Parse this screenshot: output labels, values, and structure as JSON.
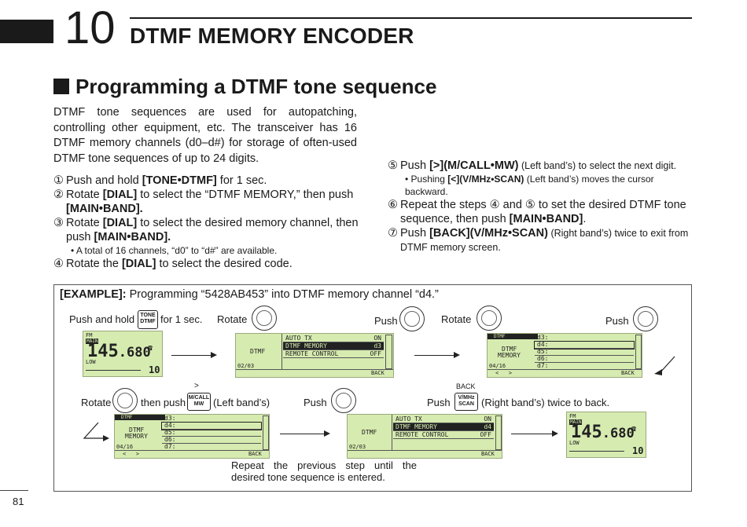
{
  "chapter": {
    "number": "10",
    "title": "DTMF MEMORY ENCODER"
  },
  "section": {
    "title": "Programming a DTMF tone sequence"
  },
  "intro": "DTMF tone sequences are used for autopatching, controlling other equipment, etc. The transceiver has 16 DTMF memory channels (d0–d#) for storage of often-used DTMF tone sequences of up to 24 digits.",
  "steps": [
    {
      "num": "①",
      "pre": "Push and hold ",
      "key": "[TONE•DTMF]",
      "post": " for 1 sec."
    },
    {
      "num": "②",
      "pre": "Rotate ",
      "key": "[DIAL]",
      "post": " to select the “DTMF MEMORY,” then push ",
      "key2": "[MAIN•BAND]."
    },
    {
      "num": "③",
      "pre": "Rotate ",
      "key": "[DIAL]",
      "post": " to select the desired memory channel, then push ",
      "key2": "[MAIN•BAND].",
      "note": "• A total of 16 channels, “d0” to “d#” are available."
    },
    {
      "num": "④",
      "pre": "Rotate the ",
      "key": "[DIAL]",
      "post": " to select the desired code."
    },
    {
      "num": "⑤",
      "pre": "Push ",
      "key": "[>](M/CALL•MW)",
      "post": " (Left band’s) to select the next digit.",
      "note_pre": "• Pushing ",
      "note_key": "[<](V/MHz•SCAN)",
      "note_post": " (Left band’s) moves the cursor backward."
    },
    {
      "num": "⑥",
      "pre": "Repeat the steps ④ and ⑤ to set the desired DTMF tone sequence, then push ",
      "key": "[MAIN•BAND]",
      "post": "."
    },
    {
      "num": "⑦",
      "pre": "Push ",
      "key": "[BACK](V/MHz•SCAN)",
      "post": " (Right band’s) twice to exit from DTMF memory screen."
    }
  ],
  "example": {
    "label": "[EXAMPLE]:",
    "text": " Programming “5428AB453” into DTMF memory channel “d4.”",
    "row1": {
      "push_hold": "Push and hold",
      "key_tone": "TONE\nDTMF",
      "for_1_sec": "for 1 sec.",
      "rotate1": "Rotate",
      "push1": "Push",
      "rotate2": "Rotate",
      "push2": "Push"
    },
    "row2": {
      "rotate": "Rotate",
      "then_push": "then push",
      "key_mcall": "M/CALL\nMW",
      "gt": ">",
      "left_band": "(Left band’s)",
      "push1": "Push",
      "push2": "Push",
      "back_label": "BACK",
      "key_vmhz": "V/MHz\nSCAN",
      "right_band": "(Right band’s) twice to back."
    },
    "repeat_note": "Repeat the previous step until the desired tone sequence is entered.",
    "lcd_freq": {
      "mode": "FM",
      "band": "MAIN",
      "freq_big": "145",
      "freq_small": ".680",
      "power": "LOW",
      "channel": "10"
    },
    "lcd_menu": {
      "title": "DTMF",
      "items": [
        {
          "label": "AUTO TX",
          "value": "ON"
        },
        {
          "label": "DTMF MEMORY",
          "value": "d3"
        },
        {
          "label": "REMOTE CONTROL",
          "value": "OFF"
        }
      ],
      "page": "02/03",
      "back": "BACK"
    },
    "lcd_menu2": {
      "items": [
        {
          "label": "AUTO TX",
          "value": "ON"
        },
        {
          "label": "DTMF MEMORY",
          "value": "d4"
        },
        {
          "label": "REMOTE CONTROL",
          "value": "OFF"
        }
      ]
    },
    "lcd_mem": {
      "header": "DTMF",
      "title1": "DTMF",
      "title2": "MEMORY",
      "channels": [
        "d3:",
        "d4:",
        "d5:",
        "d6:",
        "d7:"
      ],
      "page": "04/16",
      "nav": "<   >",
      "back": "BACK"
    }
  },
  "page_number": "81"
}
